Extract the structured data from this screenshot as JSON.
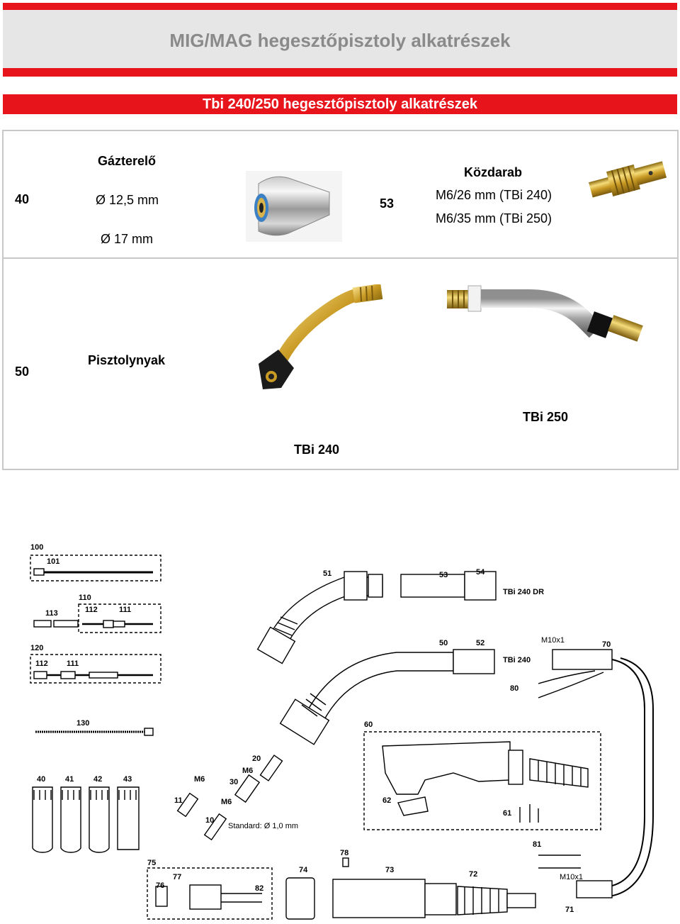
{
  "header": {
    "title": "MIG/MAG hegesztőpisztoly alkatrészek",
    "subtitle": "Tbi 240/250 hegesztőpisztoly alkatrészek"
  },
  "parts": [
    {
      "number": "40",
      "name": "Gázterelő",
      "specs": [
        "Ø 12,5 mm",
        "Ø 17 mm"
      ]
    },
    {
      "number": "53",
      "name": "Közdarab",
      "specs": [
        "M6/26 mm (TBi 240)",
        "M6/35 mm (TBi 250)"
      ]
    },
    {
      "number": "50",
      "name": "Pisztolynyak",
      "variants": [
        "TBi 250",
        "TBi 240"
      ]
    }
  ],
  "diagram": {
    "labels": {
      "l100": "100",
      "l101": "101",
      "l110": "110",
      "l112a": "112",
      "l111a": "111",
      "l113": "113",
      "l120": "120",
      "l112b": "112",
      "l111b": "111",
      "l130": "130",
      "l40": "40",
      "l41": "41",
      "l42": "42",
      "l43": "43",
      "l11": "11",
      "l10": "10",
      "l20": "20",
      "l30": "30",
      "m6a": "M6",
      "m6b": "M6",
      "m6c": "M6",
      "std": "Standard: Ø 1,0 mm",
      "l51": "51",
      "l53": "53",
      "l54": "54",
      "tbi240dr": "TBi 240 DR",
      "l50": "50",
      "l52": "52",
      "tbi240": "TBi 240",
      "m10a": "M10x1",
      "l70": "70",
      "l80": "80",
      "l60": "60",
      "l62": "62",
      "l61": "61",
      "l75": "75",
      "l77": "77",
      "l76": "76",
      "l82": "82",
      "l74": "74",
      "l78": "78",
      "l73": "73",
      "l72": "72",
      "l81": "81",
      "m10b": "M10x1",
      "l71": "71"
    }
  }
}
